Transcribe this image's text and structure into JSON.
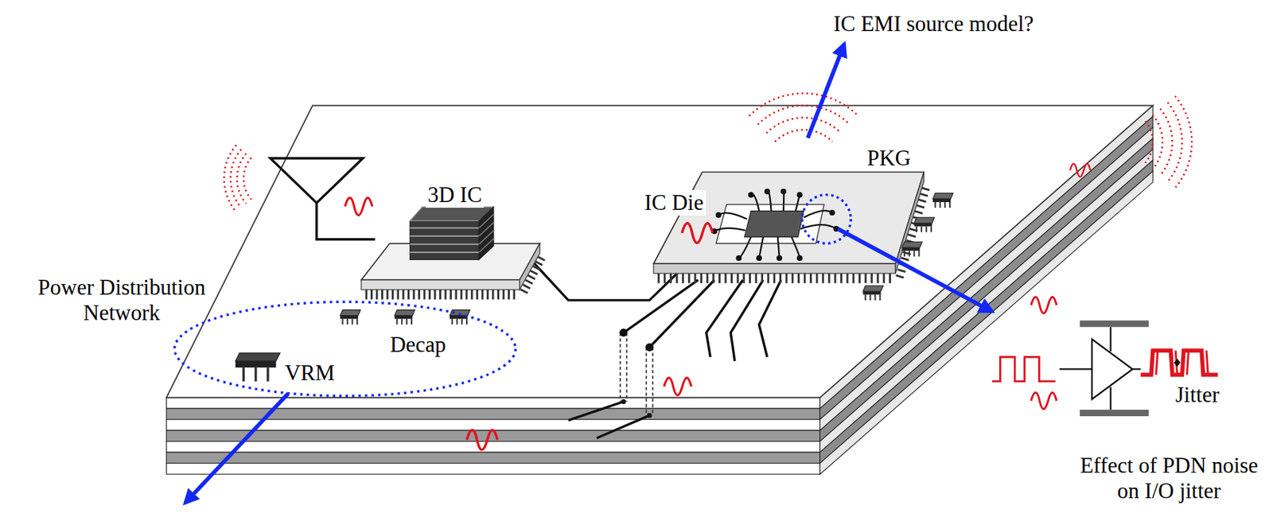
{
  "diagram": {
    "labels": [
      "IC EMI source model?",
      "PKG",
      "3D IC",
      "IC Die",
      "Power Distribution Network",
      "Decap",
      "VRM",
      "Jitter",
      "Effect of PDN noise on I/O jitter"
    ]
  }
}
